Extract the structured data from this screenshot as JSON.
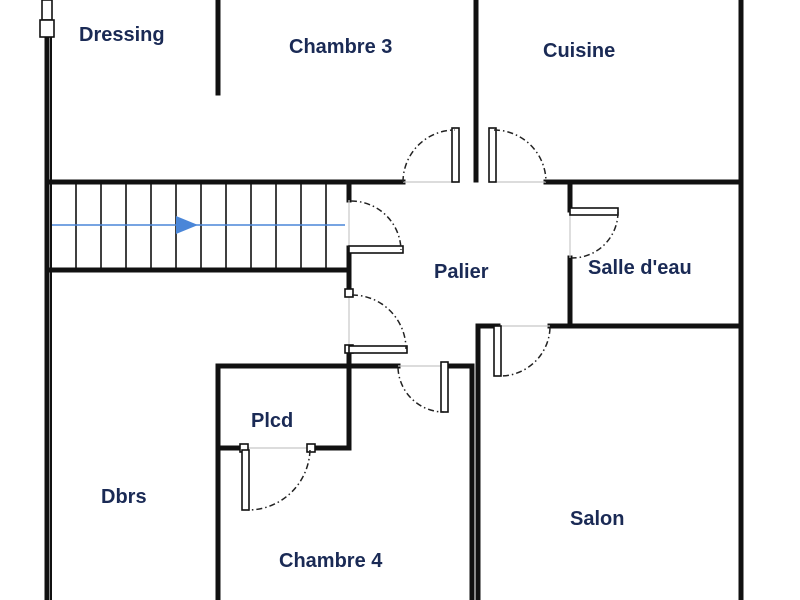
{
  "plan": {
    "rooms": {
      "dressing": "Dressing",
      "chambre3": "Chambre 3",
      "cuisine": "Cuisine",
      "palier": "Palier",
      "salle_eau": "Salle d'eau",
      "plcd": "Plcd",
      "dbrs": "Dbrs",
      "salon": "Salon",
      "chambre4": "Chambre 4"
    },
    "stair_arrow_color": "#4a86d8",
    "label_color": "#1a2a55",
    "wall_color": "#111111"
  }
}
